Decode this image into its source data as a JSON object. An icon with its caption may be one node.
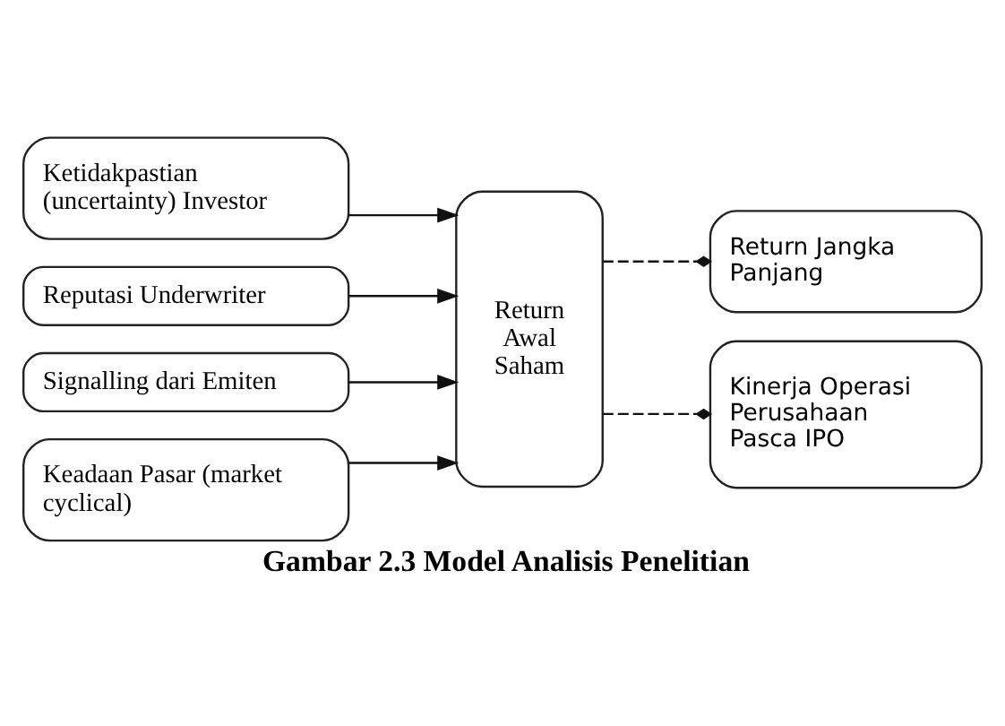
{
  "diagram": {
    "caption": "Gambar 2.3 Model Analisis Penelitian",
    "nodes": [
      {
        "text": [
          "Ketidakpastian (uncertainty) Investor"
        ]
      },
      {
        "text": [
          "Reputasi Underwriter"
        ]
      },
      {
        "text": [
          "Signalling dari Emiten"
        ]
      },
      {
        "text": [
          "Keadaan Pasar (market cyclical)"
        ]
      },
      {
        "text": [
          "Return Awal Saham"
        ]
      },
      {
        "text": [
          "Return Jangka Panjang"
        ]
      },
      {
        "text": [
          "Kinerja Operasi Perusahaan Pasca IPO"
        ]
      }
    ],
    "edges": [
      {
        "from": 0,
        "to": 4,
        "arrow": "to"
      },
      {
        "from": 1,
        "to": 4,
        "arrow": "to"
      },
      {
        "from": 2,
        "to": 4,
        "arrow": "to"
      },
      {
        "from": 3,
        "to": 4,
        "arrow": "to"
      },
      {
        "from": 4,
        "to": 5,
        "arrow": "other",
        "style": "dashed"
      },
      {
        "from": 4,
        "to": 6,
        "arrow": "other",
        "style": "dashed"
      }
    ]
  }
}
